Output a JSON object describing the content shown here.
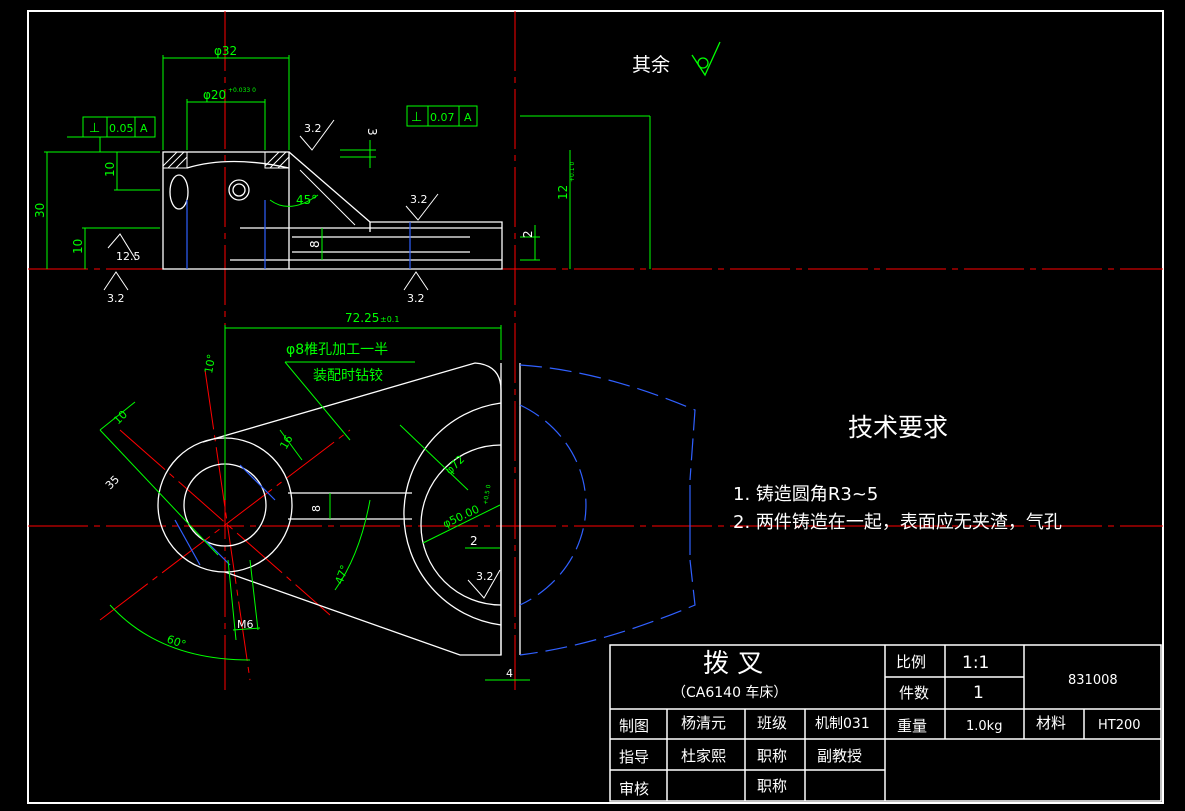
{
  "surface_note": {
    "label": "其余"
  },
  "top_view": {
    "dims": {
      "d32": "φ32",
      "d20": "φ20",
      "d20_tol": "+0.033 0",
      "h30": "30",
      "h10_top": "10",
      "h10_bot": "10",
      "h8": "8",
      "v3": "3",
      "v2": "2",
      "h12": "12",
      "h12_tol": "+0.1 0",
      "angle45": "45°"
    },
    "tolerances": [
      {
        "sym": "⊥",
        "val": "0.05",
        "datum": "A"
      },
      {
        "sym": "⊥",
        "val": "0.07",
        "datum": "A"
      }
    ],
    "roughness": [
      "3.2",
      "3.2",
      "12.5",
      "3.2",
      "3.2"
    ]
  },
  "front_view": {
    "dims": {
      "l72": "72.25",
      "l72_tol": "±0.1",
      "hole_note1": "φ8椎孔加工一半",
      "hole_note2": "装配时钻铰",
      "a10deg": "10°",
      "r10": "10",
      "r16": "16",
      "r35": "35",
      "d72": "φ72",
      "d50": "φ50.00",
      "d50_tol": "+0.5 0",
      "w8": "8",
      "a47": "47°",
      "a60": "60°",
      "m6": "M6",
      "g2": "2",
      "g4": "4"
    },
    "roughness": [
      "3.2"
    ]
  },
  "tech_req": {
    "title": "技术要求",
    "items": [
      "1. 铸造圆角R3~5",
      "2. 两件铸造在一起，表面应无夹渣，气孔"
    ]
  },
  "title_block": {
    "part_name": "拨    叉",
    "part_sub": "（CA6140 车床）",
    "scale_label": "比例",
    "scale_value": "1:1",
    "qty_label": "件数",
    "qty_value": "1",
    "drawing_no": "831008",
    "draw_label": "制图",
    "draw_name": "杨清元",
    "class_label": "班级",
    "class_value": "机制031",
    "weight_label": "重量",
    "weight_value": "1.0kg",
    "material_label": "材料",
    "material_value": "HT200",
    "guide_label": "指导",
    "guide_name": "杜家熙",
    "title_label1": "职称",
    "title_value1": "副教授",
    "check_label": "审核",
    "title_label2": "职称"
  }
}
